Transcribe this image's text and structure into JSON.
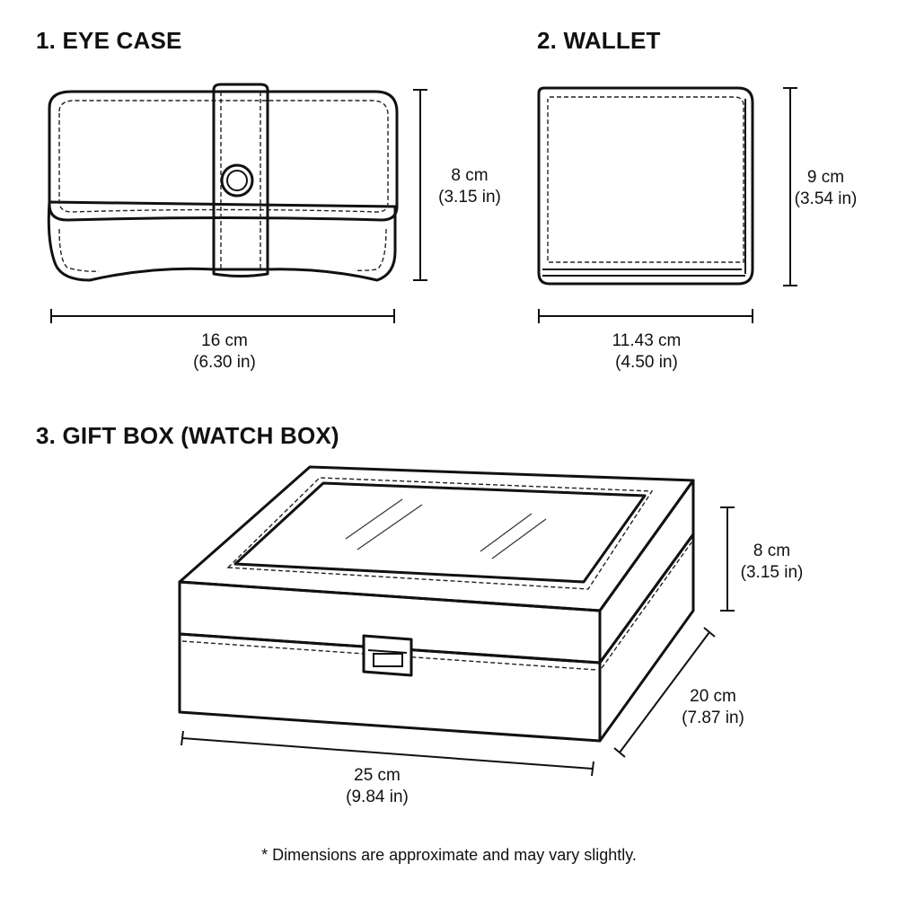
{
  "items": {
    "eye_case": {
      "title": "1. EYE CASE",
      "height": {
        "cm": "8 cm",
        "in": "(3.15 in)"
      },
      "width": {
        "cm": "16 cm",
        "in": "(6.30 in)"
      }
    },
    "wallet": {
      "title": "2. WALLET",
      "height": {
        "cm": "9 cm",
        "in": "(3.54 in)"
      },
      "width": {
        "cm": "11.43 cm",
        "in": "(4.50 in)"
      }
    },
    "gift_box": {
      "title": "3. GIFT BOX (WATCH BOX)",
      "height": {
        "cm": "8 cm",
        "in": "(3.15 in)"
      },
      "depth": {
        "cm": "20 cm",
        "in": "(7.87 in)"
      },
      "width": {
        "cm": "25 cm",
        "in": "(9.84 in)"
      }
    }
  },
  "footnote": "* Dimensions are approximate and may vary slightly."
}
